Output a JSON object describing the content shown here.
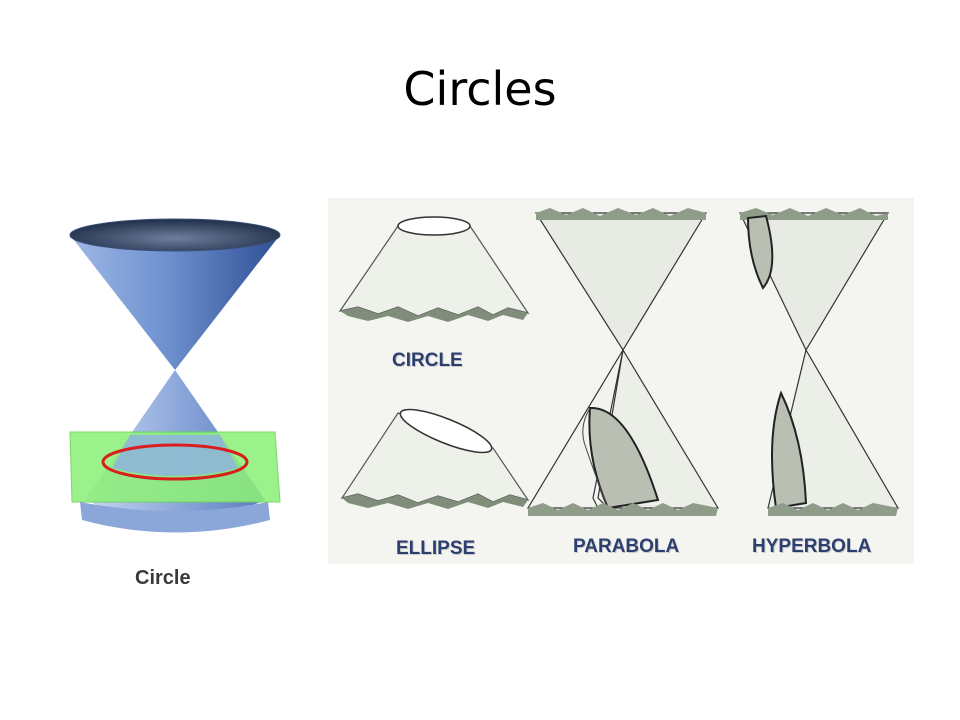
{
  "title": "Circles",
  "left_figure": {
    "caption": "Circle"
  },
  "right_figure": {
    "sections": [
      {
        "label": "CIRCLE"
      },
      {
        "label": "ELLIPSE"
      },
      {
        "label": "PARABOLA"
      },
      {
        "label": "HYPERBOLA"
      }
    ]
  },
  "colors": {
    "cone_blue": "#5f83c4",
    "plane_green": "#8ef07a",
    "section_red": "#d81e1e",
    "surface_gray": "#e9ebe6",
    "caption_navy": "#2c3f6e"
  }
}
